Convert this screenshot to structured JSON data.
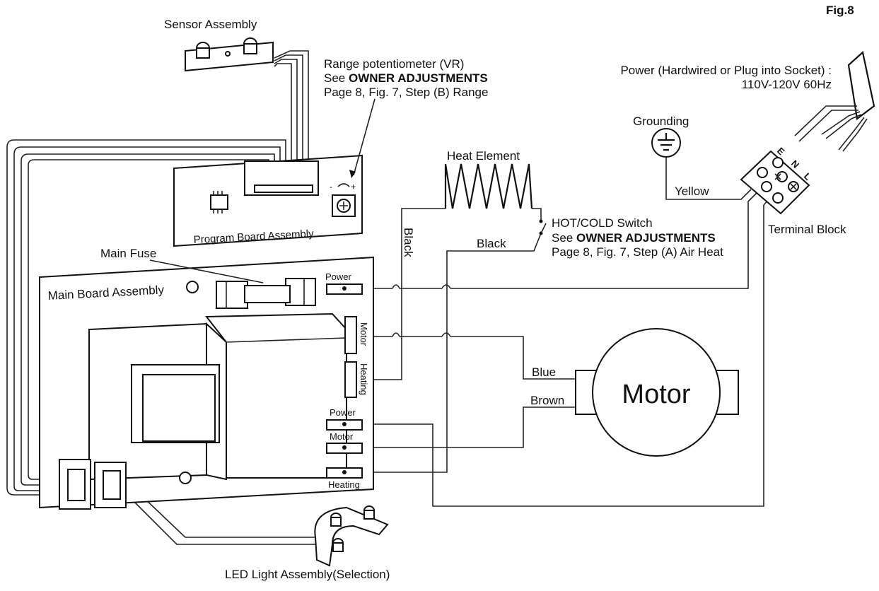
{
  "figure": {
    "label": "Fig.8"
  },
  "labels": {
    "sensor_assembly": "Sensor Assembly",
    "range_pot_line1": "Range potentiometer (VR)",
    "range_pot_see": "See",
    "range_pot_owner": "OWNER ADJUSTMENTS",
    "range_pot_line3": "Page 8, Fig. 7, Step (B) Range",
    "program_board": "Program Board Assembly",
    "heat_element": "Heat Element",
    "power_line1": "Power (Hardwired or Plug into Socket) :",
    "power_line2": "110V-120V 60Hz",
    "grounding": "Grounding",
    "yellow": "Yellow",
    "terminal_block": "Terminal Block",
    "black_vertical": "Black",
    "black_horizontal": "Black",
    "hotcold_line1": "HOT/COLD Switch",
    "hotcold_see": "See",
    "hotcold_owner": "OWNER ADJUSTMENTS",
    "hotcold_line3": "Page 8, Fig. 7, Step (A) Air Heat",
    "main_fuse": "Main Fuse",
    "main_board": "Main Board Assembly",
    "tab_power_top": "Power",
    "tab_motor_side": "Motor",
    "tab_heating_side": "Heating",
    "tab_power_low": "Power",
    "tab_motor_low": "Motor",
    "tab_heating_low": "Heating",
    "blue": "Blue",
    "brown": "Brown",
    "motor": "Motor",
    "led_light": "LED Light Assembly(Selection)",
    "terminal_letters": [
      "L",
      "N",
      "E"
    ]
  },
  "icons": {
    "ground": "ground-symbol-icon",
    "potentiometer": "potentiometer-icon",
    "fuse": "fuse-icon",
    "motor": "motor-icon"
  }
}
